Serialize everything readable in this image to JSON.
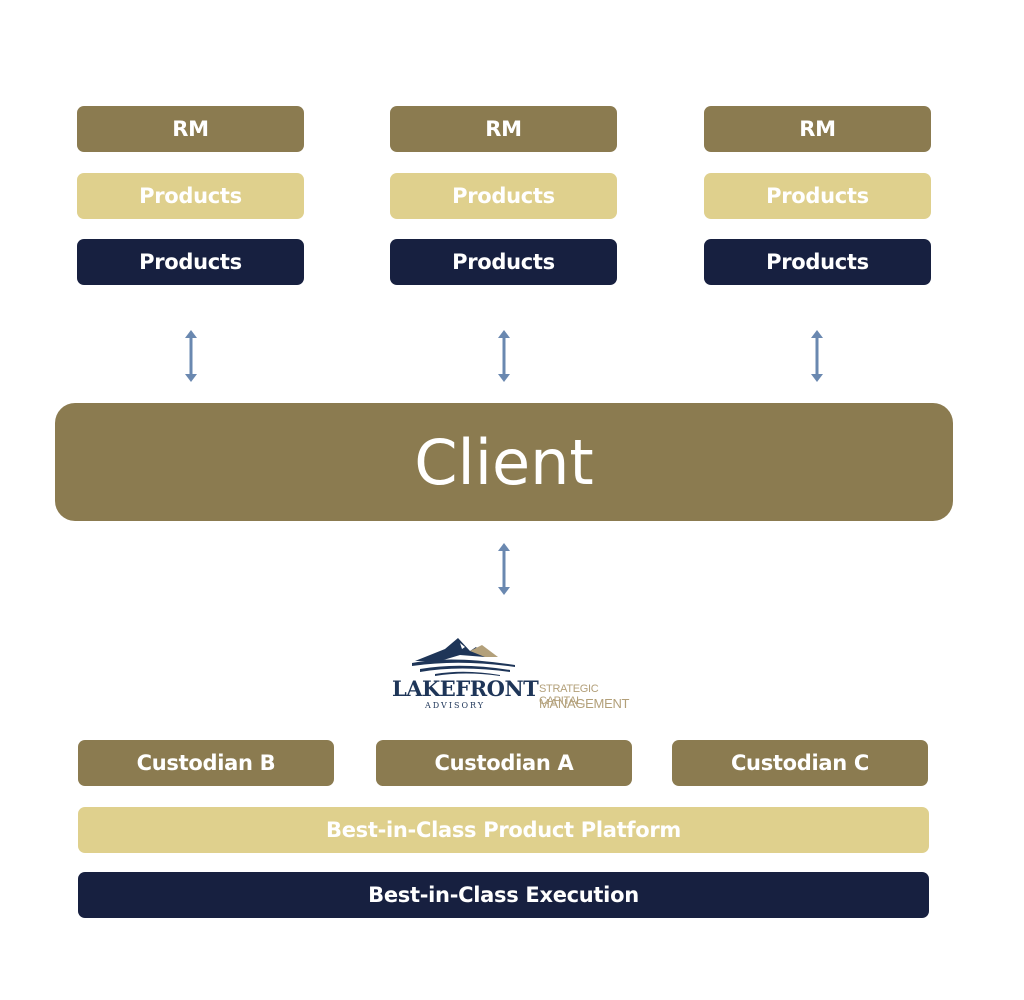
{
  "columns": [
    {
      "rm": "RM",
      "products_light": "Products",
      "products_dark": "Products"
    },
    {
      "rm": "RM",
      "products_light": "Products",
      "products_dark": "Products"
    },
    {
      "rm": "RM",
      "products_light": "Products",
      "products_dark": "Products"
    }
  ],
  "client": {
    "label": "Client"
  },
  "logo": {
    "name": "LAKEFRONT",
    "subname": "ADVISORY",
    "tagline_1": "STRATEGIC CAPITAL",
    "tagline_2": "MANAGEMENT",
    "icon": "mountain-lake-icon"
  },
  "custodians": [
    "Custodian B",
    "Custodian A",
    "Custodian C"
  ],
  "platform": {
    "label": "Best-in-Class Product Platform"
  },
  "execution": {
    "label": "Best-in-Class Execution"
  },
  "colors": {
    "gold": "#8b7b50",
    "tan": "#dfd08d",
    "navy": "#172040",
    "arrow": "#6a88b0",
    "logo_navy": "#1e3558",
    "logo_tan": "#b3a07a"
  }
}
